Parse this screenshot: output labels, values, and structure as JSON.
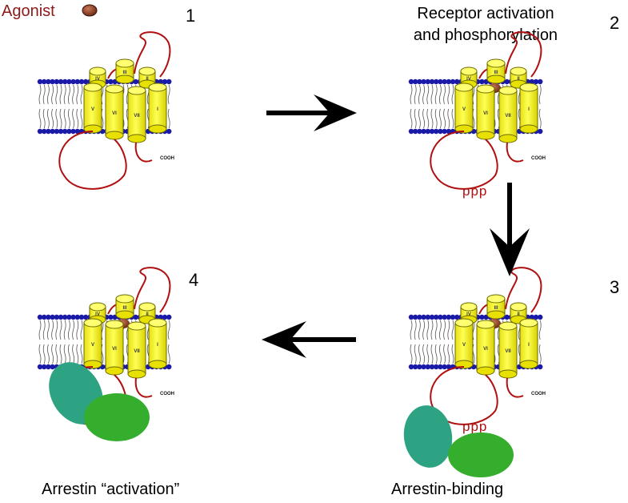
{
  "agonist": {
    "label": "Agonist"
  },
  "steps": [
    {
      "number": "1"
    },
    {
      "number": "2",
      "title_line1": "Receptor activation",
      "title_line2": "and phosphorylation"
    },
    {
      "number": "3",
      "caption": "Arrestin-binding"
    },
    {
      "number": "4",
      "caption": "Arrestin “activation”"
    }
  ],
  "receptor": {
    "helix_labels": [
      "V",
      "VI",
      "VII",
      "I"
    ],
    "top_labels": [
      "IV",
      "III",
      "II"
    ],
    "cterm_label": "COOH",
    "phospho_label": "ppp"
  },
  "colors": {
    "lipid_head": "#1a1aa8",
    "helix": "#ffff2e",
    "loop": "#b01010",
    "agonist": "#7a2e1a",
    "agonist_label": "#8b1a1a",
    "arrestin_teal": "#2ea383",
    "arrestin_green": "#35ae2e",
    "arrow": "#000000"
  }
}
